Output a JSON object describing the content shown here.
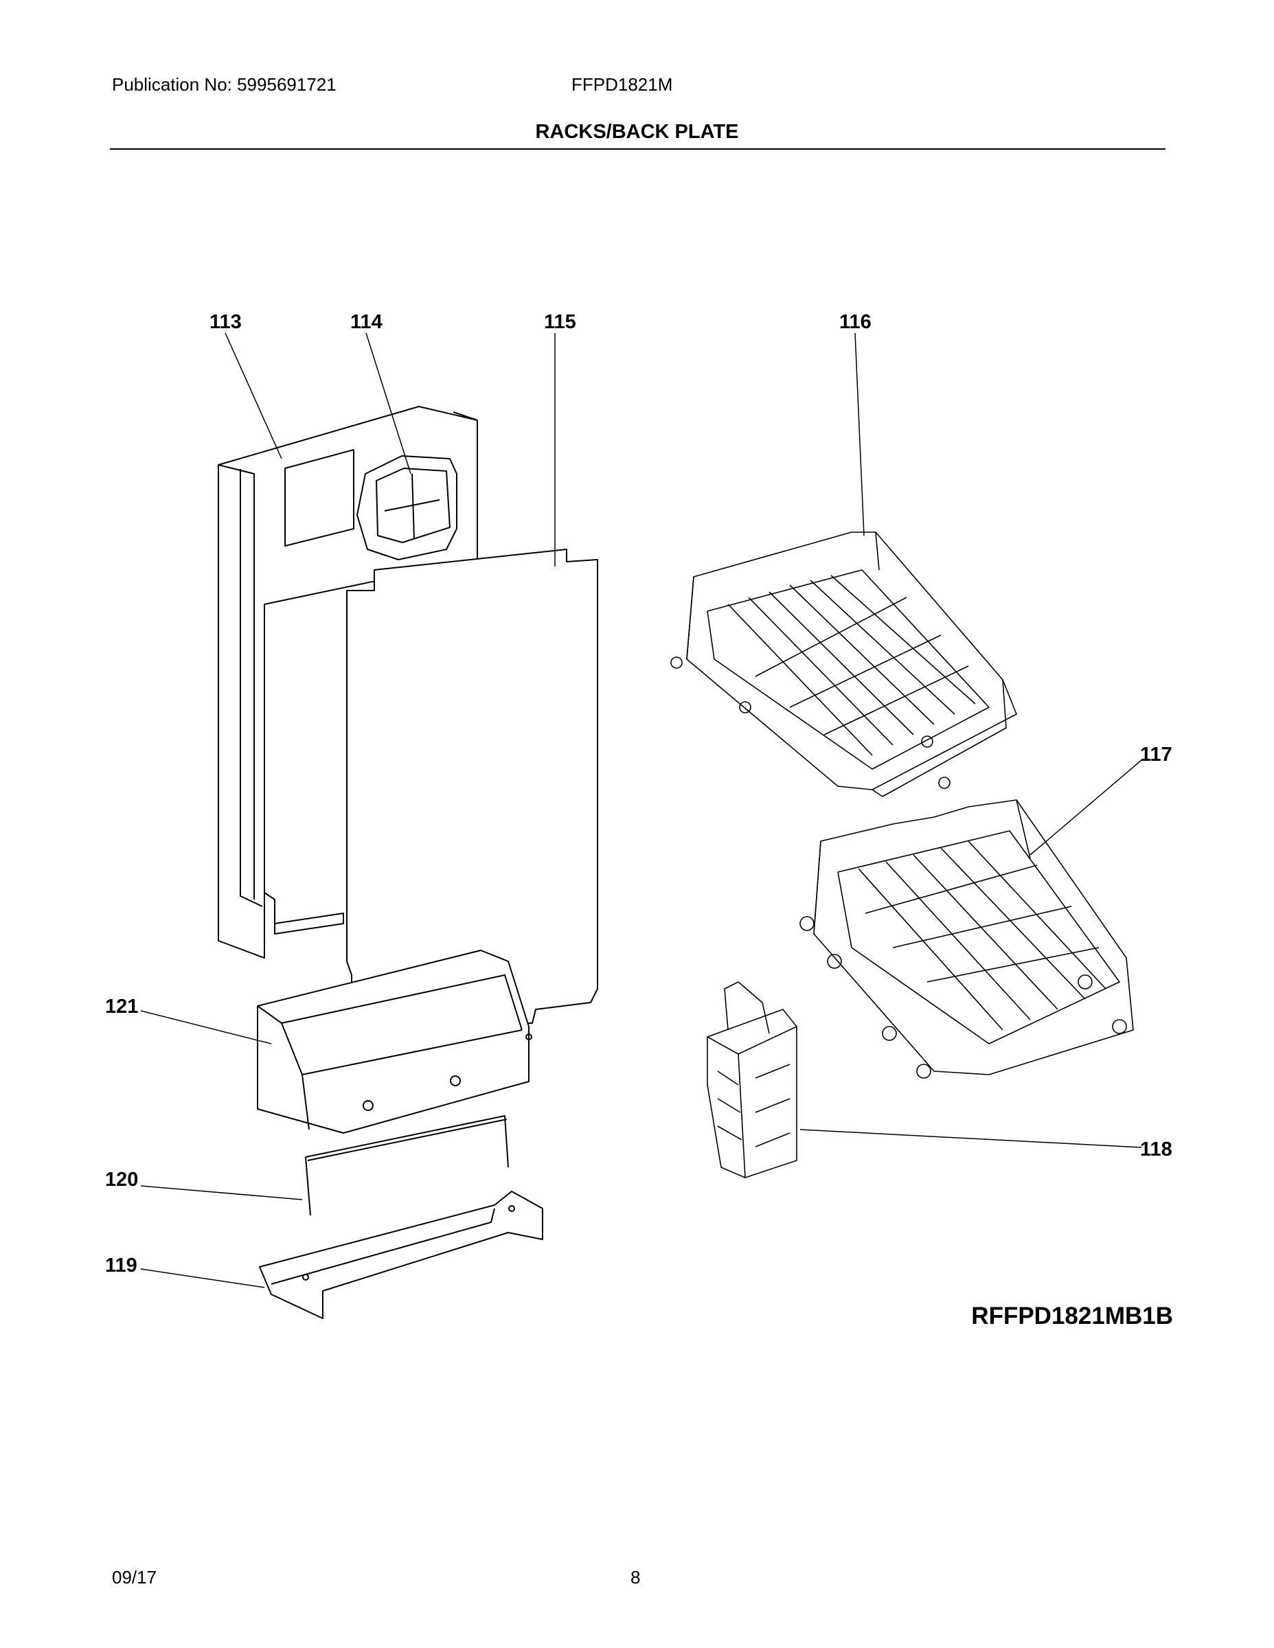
{
  "header": {
    "publication": "Publication No: 5995691721",
    "model": "FFPD1821M",
    "title": "RACKS/BACK PLATE"
  },
  "callouts": {
    "c113": "113",
    "c114": "114",
    "c115": "115",
    "c116": "116",
    "c117": "117",
    "c118": "118",
    "c119": "119",
    "c120": "120",
    "c121": "121"
  },
  "drawing_code": "RFFPD1821MB1B",
  "footer": {
    "date": "09/17",
    "page": "8"
  }
}
